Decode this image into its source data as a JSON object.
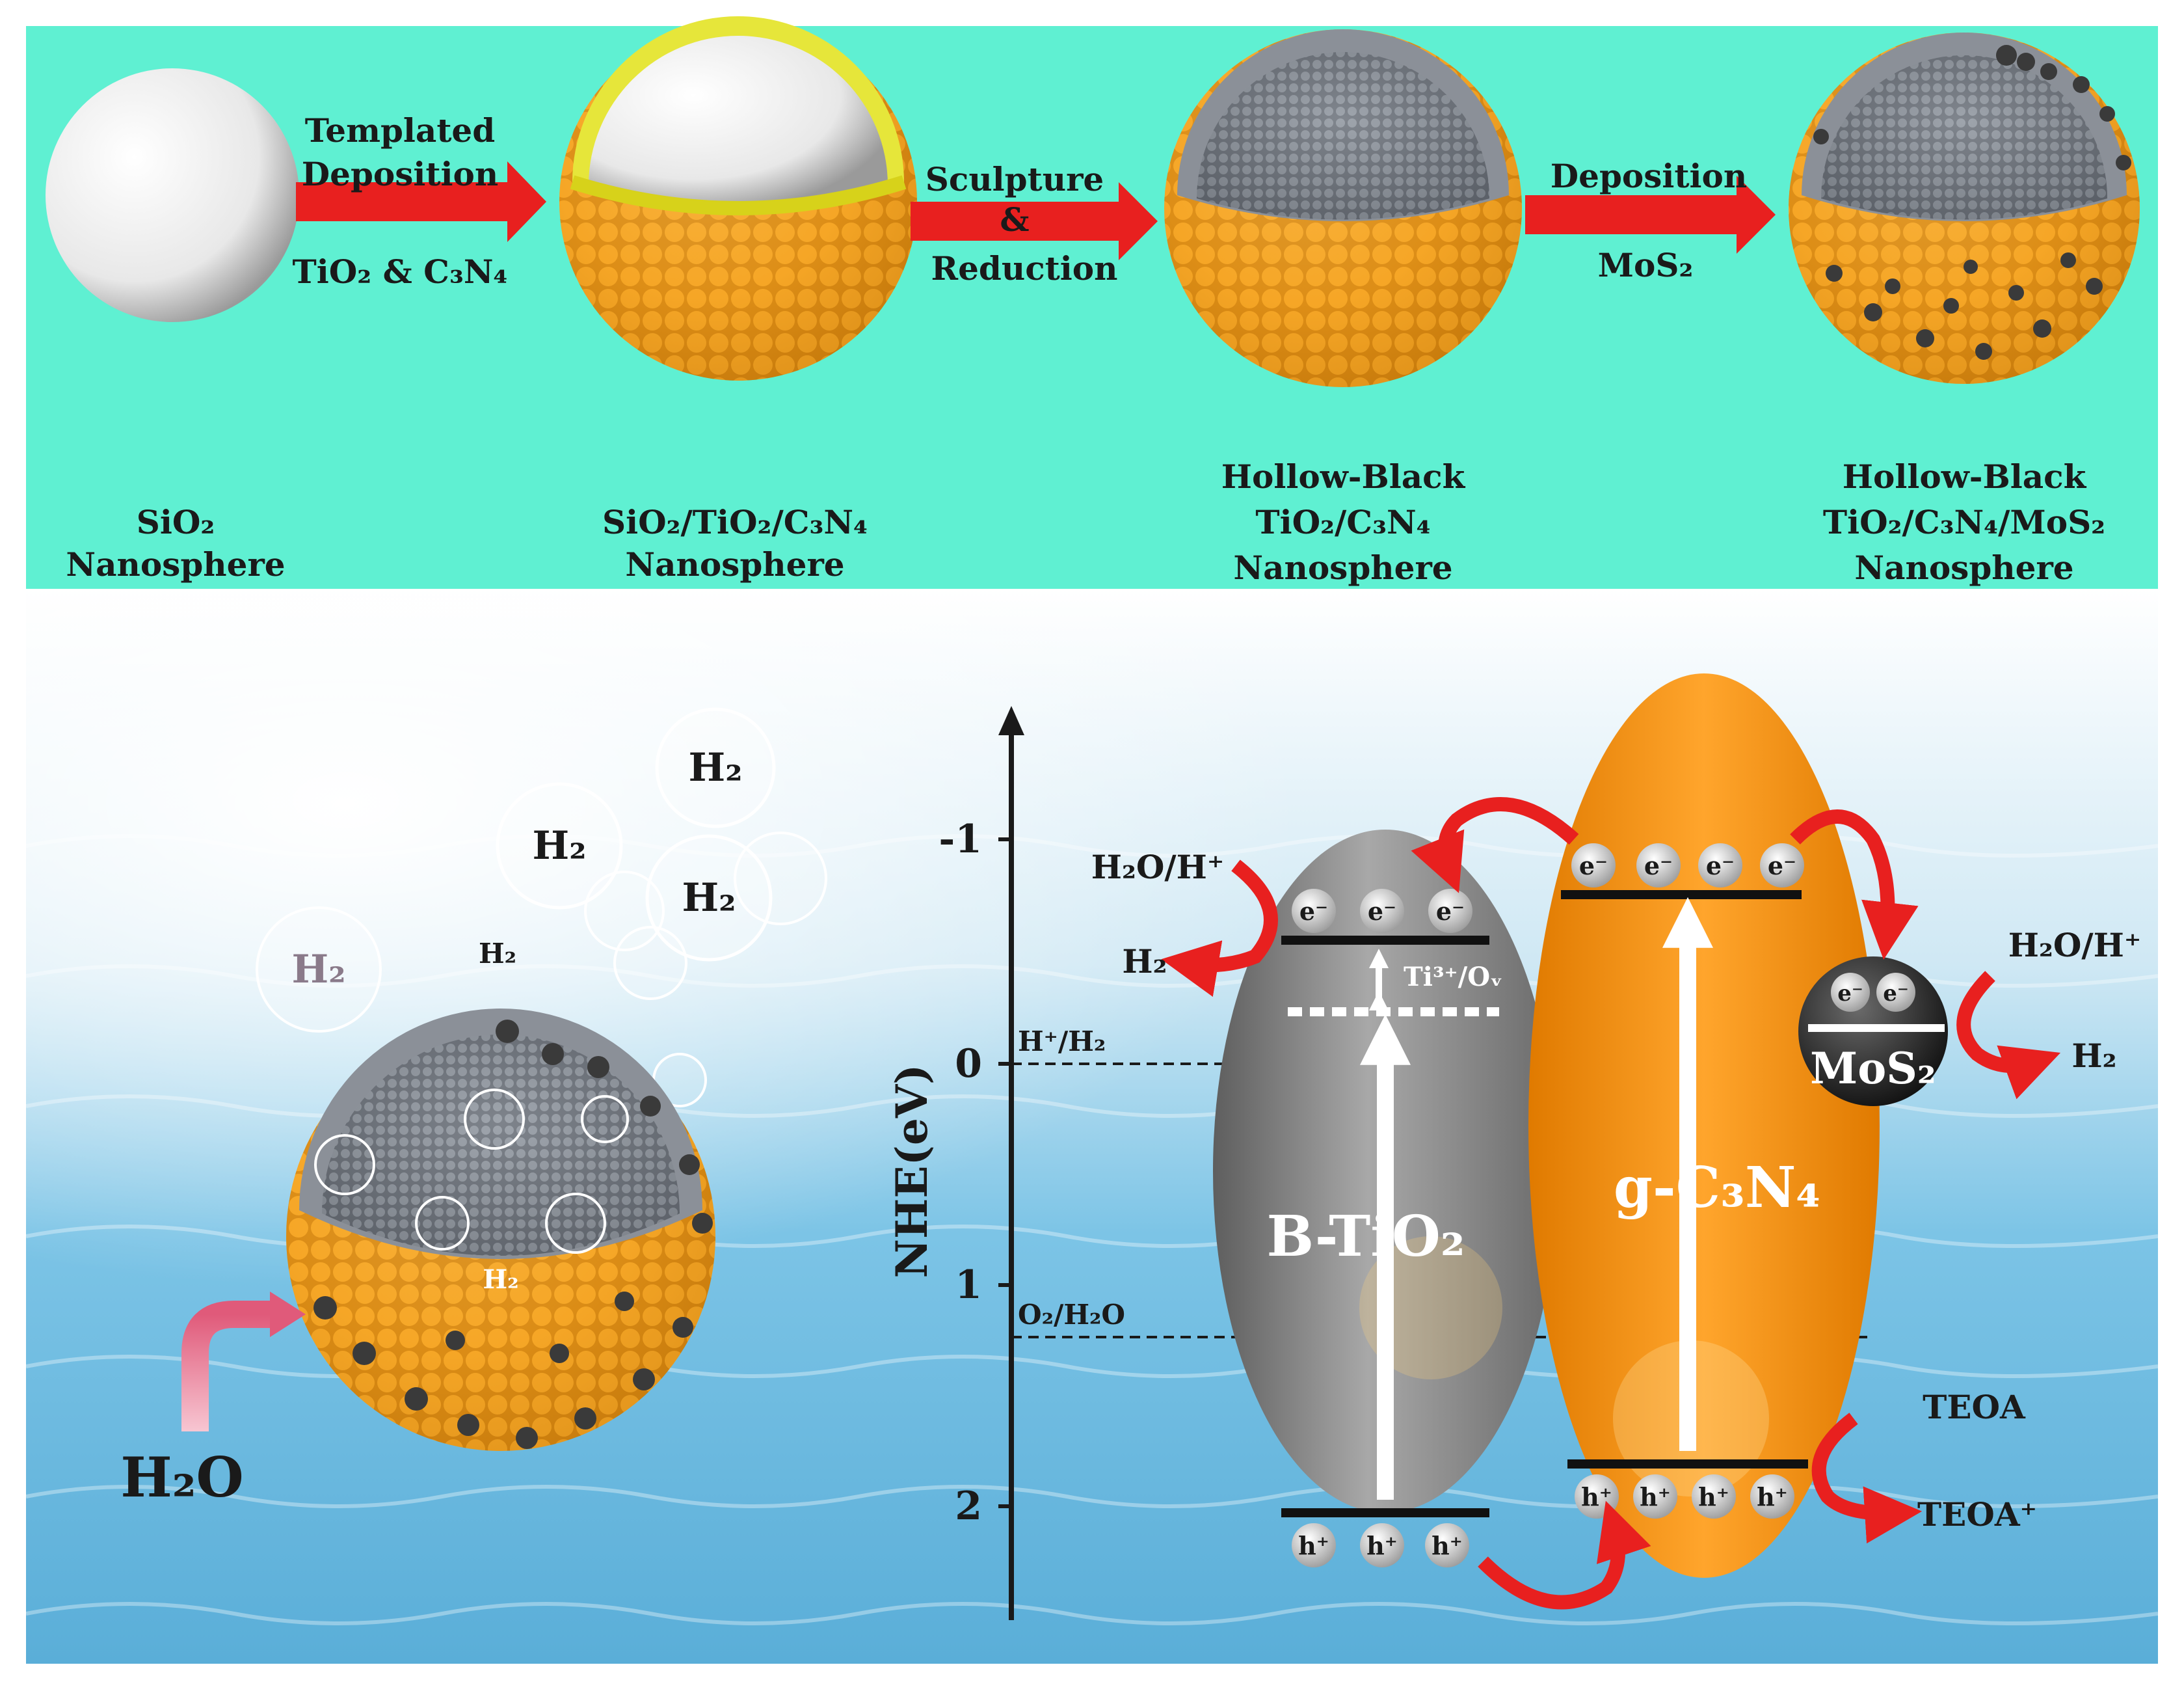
{
  "top_panel": {
    "background": "#5ff0d2",
    "arrow_color": "#e8201f",
    "steps": [
      {
        "top": "Templated",
        "mid": "Deposition",
        "bottom": "TiO₂ & C₃N₄"
      },
      {
        "top": "Sculpture",
        "mid": "&",
        "bottom": "Reduction"
      },
      {
        "top": "Deposition",
        "mid": "",
        "bottom": "MoS₂"
      }
    ],
    "spheres": [
      {
        "line1": "",
        "line2": "SiO₂",
        "line3": "Nanosphere"
      },
      {
        "line1": "",
        "line2": "SiO₂/TiO₂/C₃N₄",
        "line3": "Nanosphere"
      },
      {
        "line1": "Hollow-Black",
        "line2": "TiO₂/C₃N₄",
        "line3": "Nanosphere"
      },
      {
        "line1": "Hollow-Black",
        "line2": "TiO₂/C₃N₄/MoS₂",
        "line3": "Nanosphere"
      }
    ]
  },
  "bottom_panel": {
    "bubbles": [
      "H₂",
      "H₂",
      "H₂",
      "H₂",
      "H₂",
      "H₂"
    ],
    "water_label": "H₂O",
    "axis": {
      "label": "NHE(eV)",
      "ticks": [
        "-1",
        "0",
        "1",
        "2"
      ]
    },
    "levels": {
      "h_plus": "H⁺/H₂",
      "o2": "O₂/H₂O"
    },
    "btio2": {
      "name": "B-TiO₂",
      "defect": "Ti³⁺/Oᵥ",
      "electrons": [
        "e⁻",
        "e⁻",
        "e⁻"
      ],
      "holes": [
        "h⁺",
        "h⁺",
        "h⁺"
      ],
      "left_in": "H₂O/H⁺",
      "left_out": "H₂"
    },
    "gc3n4": {
      "name": "g-C₃N₄",
      "electrons": [
        "e⁻",
        "e⁻",
        "e⁻",
        "e⁻"
      ],
      "holes": [
        "h⁺",
        "h⁺",
        "h⁺",
        "h⁺"
      ],
      "right_in": "TEOA",
      "right_out": "TEOA⁺"
    },
    "mos2": {
      "name": "MoS₂",
      "electrons": [
        "e⁻",
        "e⁻"
      ],
      "in": "H₂O/H⁺",
      "out": "H₂"
    },
    "colors": {
      "btio2": "#8a8a8a",
      "gc3n4": "#f7941d",
      "arrow": "#e8201f",
      "water": "#7fc8e8"
    }
  }
}
